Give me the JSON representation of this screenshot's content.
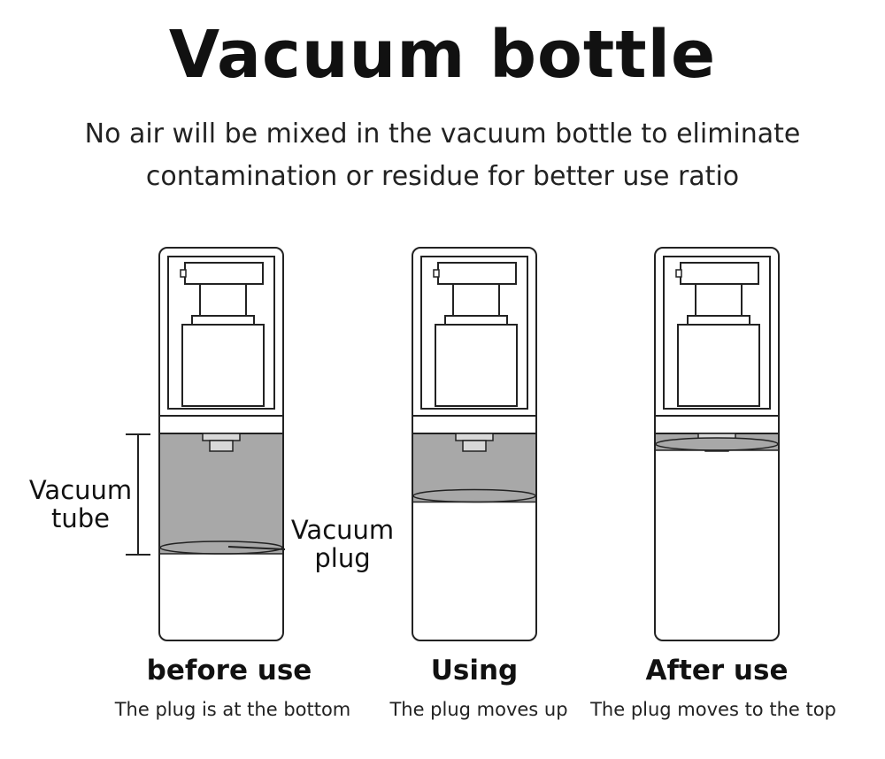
{
  "title": "Vacuum bottle",
  "subtitle": {
    "line1": "No air will be mixed in the vacuum bottle to eliminate",
    "line2": "contamination or residue for better use ratio"
  },
  "annotations": {
    "tube_line1": "Vacuum",
    "tube_line2": "tube",
    "plug_line1": "Vacuum",
    "plug_line2": "plug"
  },
  "stages": [
    {
      "title": "before use",
      "subtitle": "The plug is at the bottom",
      "plug_level": 0.0
    },
    {
      "title": "Using",
      "subtitle": "The plug moves up",
      "plug_level": 0.5
    },
    {
      "title": "After use",
      "subtitle": "The plug moves to the top",
      "plug_level": 1.0
    }
  ],
  "colors": {
    "vacuum_fill": "#a8a8a8",
    "outline": "#222222"
  }
}
